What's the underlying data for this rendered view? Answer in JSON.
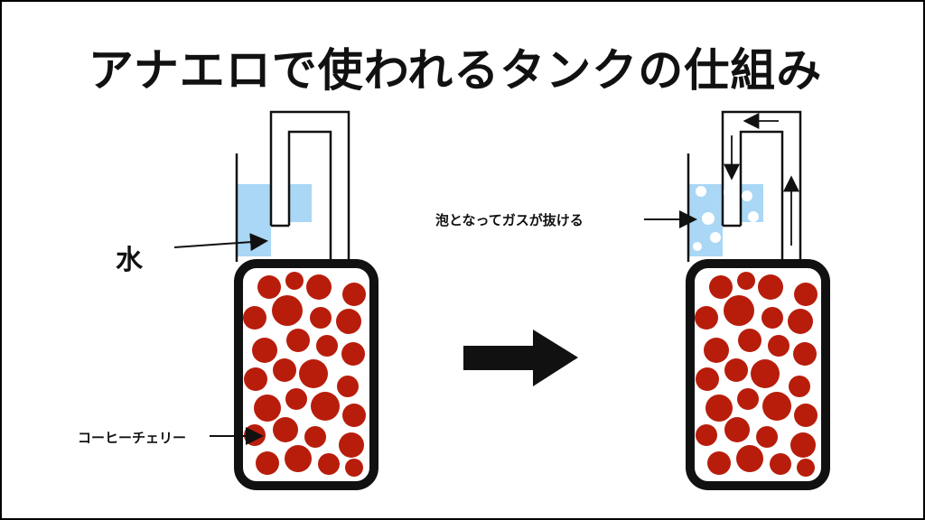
{
  "title": "アナエロで使われるタンクの仕組み",
  "labels": {
    "water": "水",
    "cherries": "コーヒーチェリー",
    "bubbles": "泡となってガスが抜ける"
  },
  "colors": {
    "cherry": "#b81d0c",
    "water": "#a9d7f5",
    "bubble": "#ffffff",
    "outline": "#111111"
  },
  "icons": {
    "process_arrow": "right-arrow-icon"
  }
}
